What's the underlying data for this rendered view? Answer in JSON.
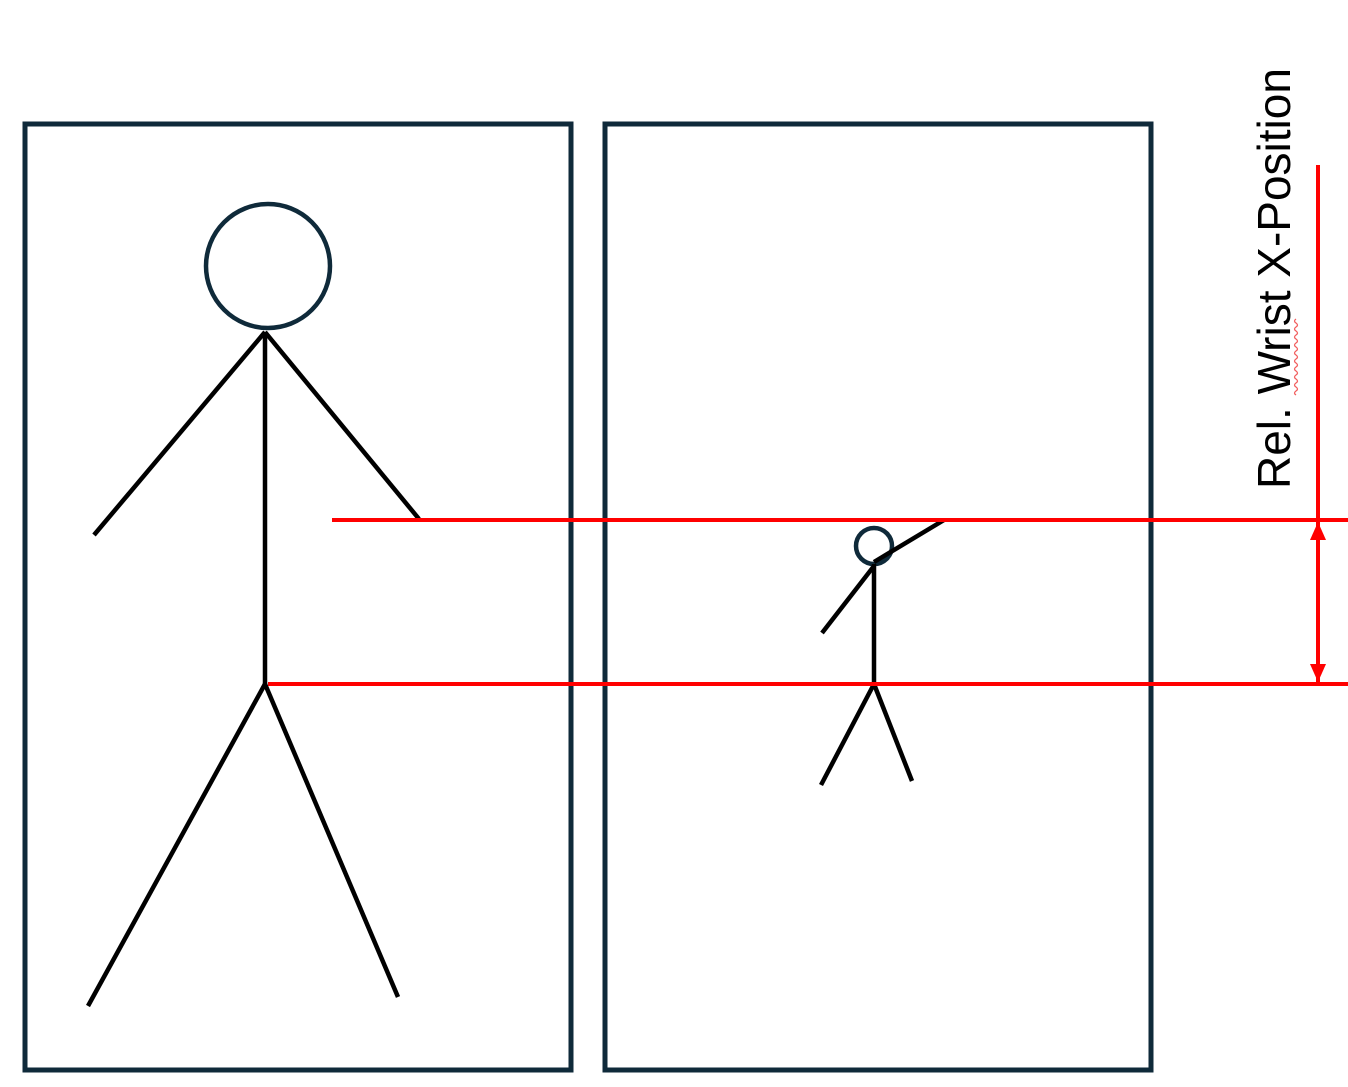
{
  "diagram": {
    "measurement_label": "Rel. Wrist X-Position",
    "colors": {
      "frame": "#0f2a3a",
      "figure": "#000000",
      "measurement": "#ff0000",
      "background": "#ffffff"
    },
    "panels": [
      {
        "name": "left-panel",
        "content": "large-stick-figure"
      },
      {
        "name": "right-panel",
        "content": "small-stick-figure-with-raised-arm"
      }
    ]
  }
}
